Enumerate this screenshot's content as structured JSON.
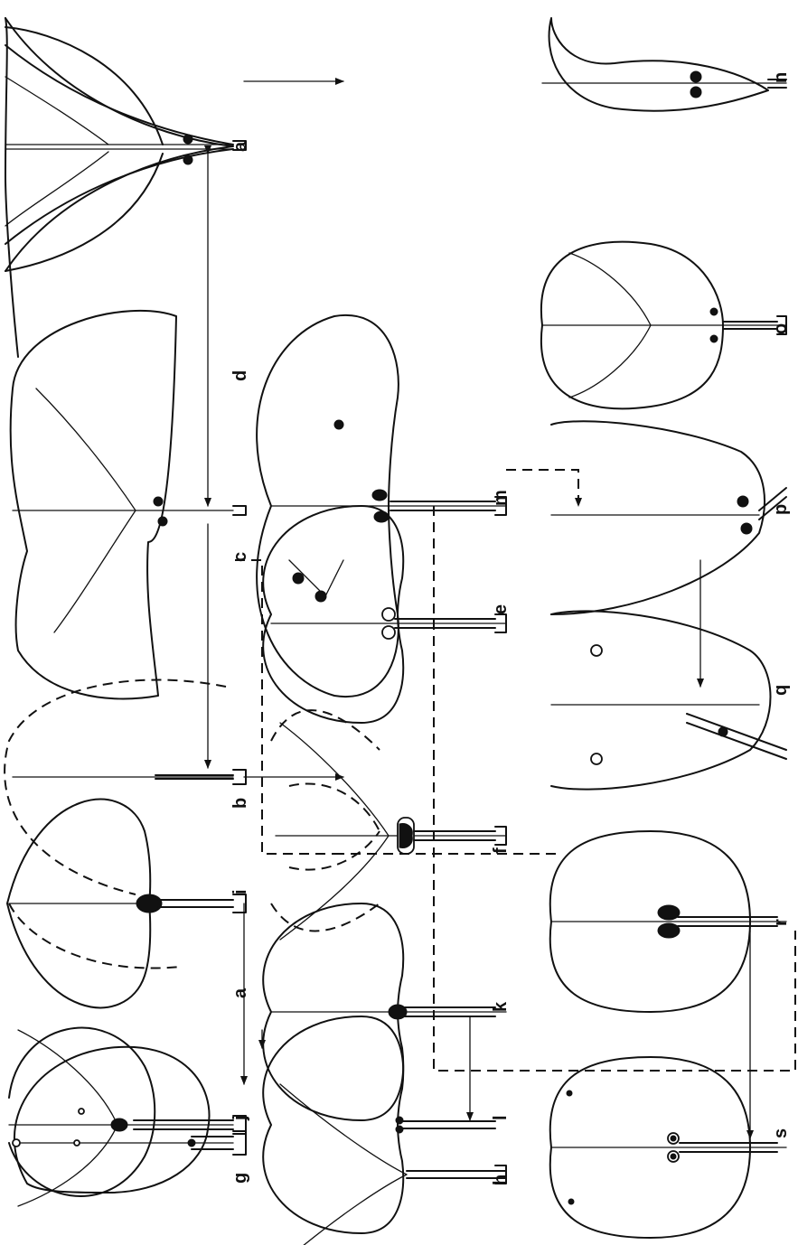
{
  "panels": [
    {
      "id": "a",
      "label": "a"
    },
    {
      "id": "b",
      "label": "b"
    },
    {
      "id": "c",
      "label": "c"
    },
    {
      "id": "d",
      "label": "d"
    },
    {
      "id": "e",
      "label": "e"
    },
    {
      "id": "f",
      "label": "f"
    },
    {
      "id": "g",
      "label": "g"
    },
    {
      "id": "h",
      "label": "h"
    },
    {
      "id": "i",
      "label": "i"
    },
    {
      "id": "j",
      "label": "j"
    },
    {
      "id": "k",
      "label": "k"
    },
    {
      "id": "l",
      "label": "l"
    },
    {
      "id": "m",
      "label": "m"
    },
    {
      "id": "n",
      "label": "n"
    },
    {
      "id": "o",
      "label": "o"
    },
    {
      "id": "p",
      "label": "p"
    },
    {
      "id": "q",
      "label": "q"
    },
    {
      "id": "r",
      "label": "r"
    },
    {
      "id": "s",
      "label": "s"
    }
  ],
  "colors": {
    "ink": "#111111",
    "paper": "#ffffff"
  }
}
